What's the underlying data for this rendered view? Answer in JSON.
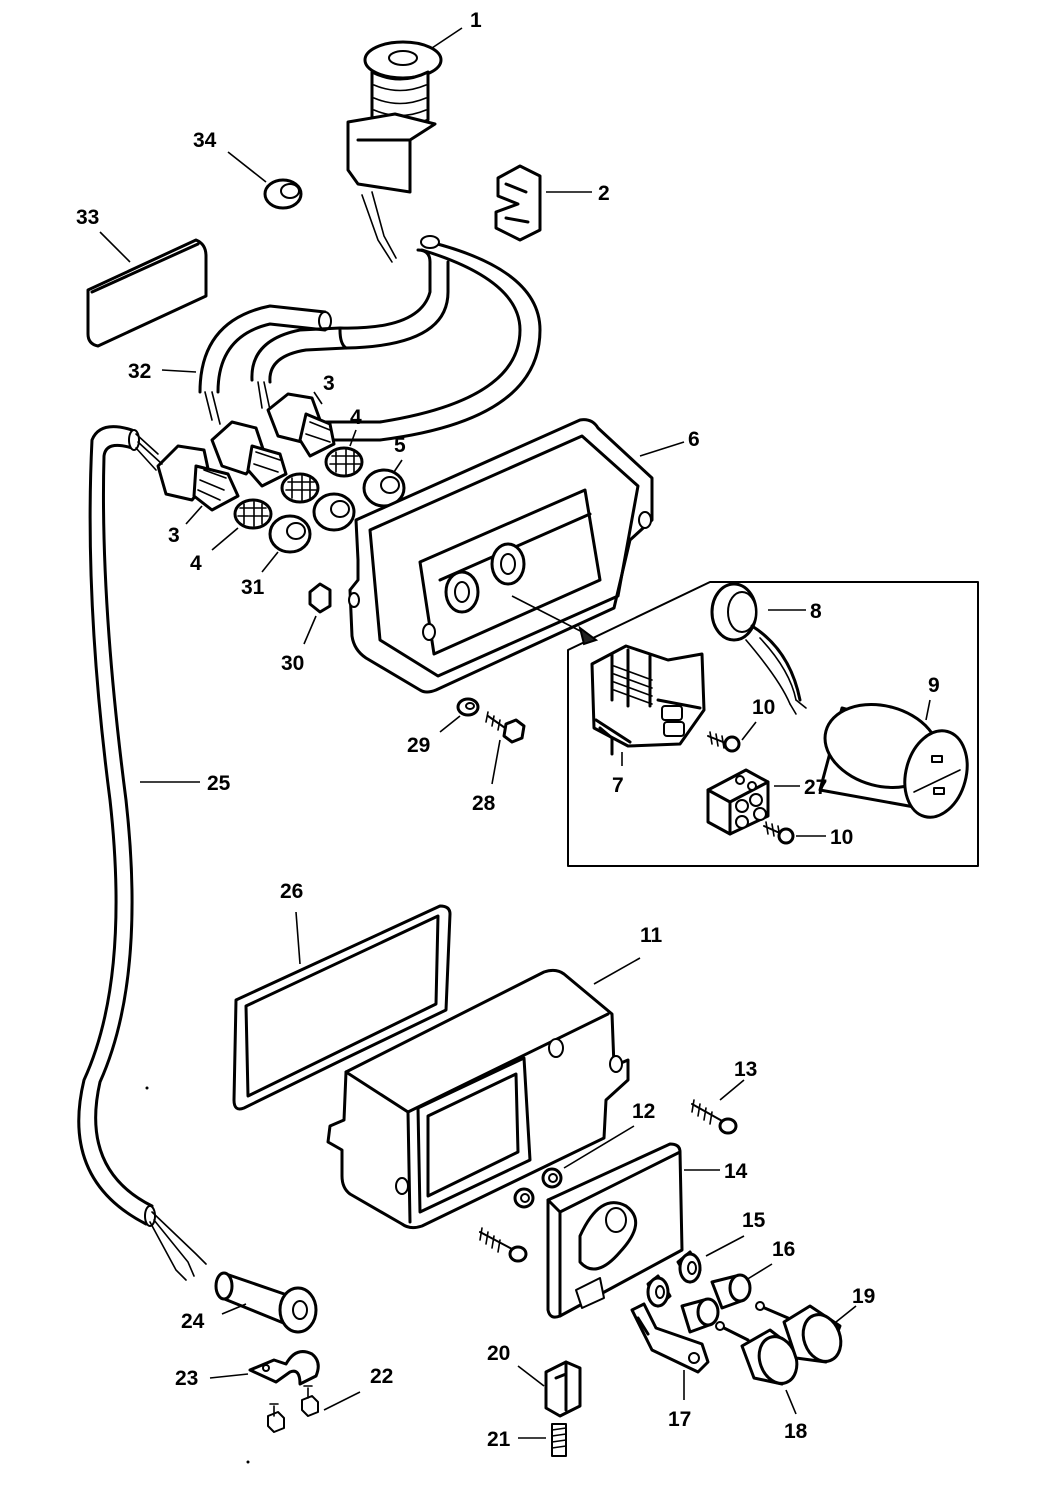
{
  "callouts": {
    "c1": "1",
    "c2": "2",
    "c3a": "3",
    "c3b": "3",
    "c4a": "4",
    "c4b": "4",
    "c5": "5",
    "c6": "6",
    "c7": "7",
    "c8": "8",
    "c9": "9",
    "c10a": "10",
    "c10b": "10",
    "c11": "11",
    "c12": "12",
    "c13": "13",
    "c14": "14",
    "c15": "15",
    "c16": "16",
    "c17": "17",
    "c18": "18",
    "c19": "19",
    "c20": "20",
    "c21": "21",
    "c22": "22",
    "c23": "23",
    "c24": "24",
    "c25": "25",
    "c26": "26",
    "c27": "27",
    "c28": "28",
    "c29": "29",
    "c30": "30",
    "c31": "31",
    "c32": "32",
    "c33": "33",
    "c34": "34"
  }
}
